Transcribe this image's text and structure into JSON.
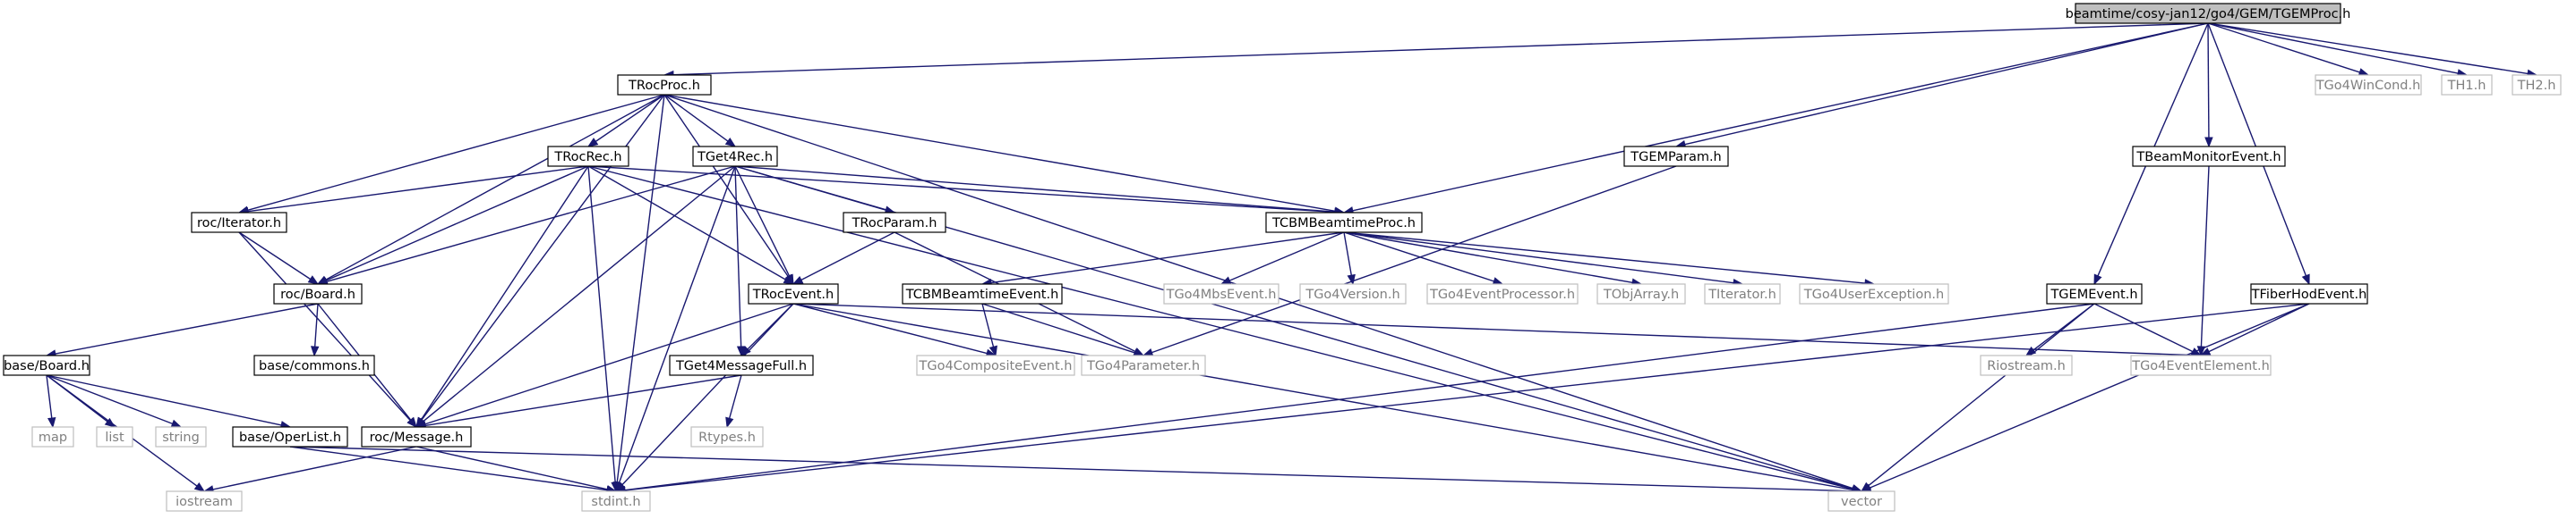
{
  "colors": {
    "edge": "#191970",
    "root_fill": "#bfbfbf",
    "system_border": "#bfbfbf",
    "system_text": "#808080",
    "node_border": "#000000"
  },
  "nodes": [
    {
      "id": "root",
      "label": "beamtime/cosy-jan12/go4/GEM/TGEMProc.h",
      "kind": "root"
    },
    {
      "id": "troc_proc",
      "label": "TRocProc.h",
      "kind": "header"
    },
    {
      "id": "tgo4wincond",
      "label": "TGo4WinCond.h",
      "kind": "system"
    },
    {
      "id": "th1",
      "label": "TH1.h",
      "kind": "system"
    },
    {
      "id": "th2",
      "label": "TH2.h",
      "kind": "system"
    },
    {
      "id": "troc_rec",
      "label": "TRocRec.h",
      "kind": "header"
    },
    {
      "id": "tget4_rec",
      "label": "TGet4Rec.h",
      "kind": "header"
    },
    {
      "id": "tgem_param",
      "label": "TGEMParam.h",
      "kind": "header"
    },
    {
      "id": "tbeam_mon",
      "label": "TBeamMonitorEvent.h",
      "kind": "header"
    },
    {
      "id": "roc_iterator",
      "label": "roc/Iterator.h",
      "kind": "header"
    },
    {
      "id": "troc_param",
      "label": "TRocParam.h",
      "kind": "header"
    },
    {
      "id": "tcbm_proc",
      "label": "TCBMBeamtimeProc.h",
      "kind": "header"
    },
    {
      "id": "roc_board",
      "label": "roc/Board.h",
      "kind": "header"
    },
    {
      "id": "troc_event",
      "label": "TRocEvent.h",
      "kind": "header"
    },
    {
      "id": "tcbm_event",
      "label": "TCBMBeamtimeEvent.h",
      "kind": "header"
    },
    {
      "id": "tgo4mbs",
      "label": "TGo4MbsEvent.h",
      "kind": "system"
    },
    {
      "id": "tgo4version",
      "label": "TGo4Version.h",
      "kind": "system"
    },
    {
      "id": "tgo4evproc",
      "label": "TGo4EventProcessor.h",
      "kind": "system"
    },
    {
      "id": "tobjarray",
      "label": "TObjArray.h",
      "kind": "system"
    },
    {
      "id": "titerator",
      "label": "TIterator.h",
      "kind": "system"
    },
    {
      "id": "tgo4userexc",
      "label": "TGo4UserException.h",
      "kind": "system"
    },
    {
      "id": "tgem_event",
      "label": "TGEMEvent.h",
      "kind": "header"
    },
    {
      "id": "tfiber",
      "label": "TFiberHodEvent.h",
      "kind": "header"
    },
    {
      "id": "base_board",
      "label": "base/Board.h",
      "kind": "header"
    },
    {
      "id": "base_commons",
      "label": "base/commons.h",
      "kind": "header"
    },
    {
      "id": "tget4_msgfull",
      "label": "TGet4MessageFull.h",
      "kind": "header"
    },
    {
      "id": "tgo4composite",
      "label": "TGo4CompositeEvent.h",
      "kind": "system"
    },
    {
      "id": "tgo4param",
      "label": "TGo4Parameter.h",
      "kind": "system"
    },
    {
      "id": "riostream",
      "label": "Riostream.h",
      "kind": "system"
    },
    {
      "id": "tgo4evelem",
      "label": "TGo4EventElement.h",
      "kind": "system"
    },
    {
      "id": "map",
      "label": "map",
      "kind": "system"
    },
    {
      "id": "list",
      "label": "list",
      "kind": "system"
    },
    {
      "id": "string",
      "label": "string",
      "kind": "system"
    },
    {
      "id": "base_operlist",
      "label": "base/OperList.h",
      "kind": "header"
    },
    {
      "id": "roc_message",
      "label": "roc/Message.h",
      "kind": "header"
    },
    {
      "id": "rtypes",
      "label": "Rtypes.h",
      "kind": "system"
    },
    {
      "id": "iostream",
      "label": "iostream",
      "kind": "system"
    },
    {
      "id": "stdint",
      "label": "stdint.h",
      "kind": "system"
    },
    {
      "id": "vector",
      "label": "vector",
      "kind": "system"
    }
  ],
  "edges": [
    [
      "root",
      "troc_proc"
    ],
    [
      "root",
      "tgo4wincond"
    ],
    [
      "root",
      "th1"
    ],
    [
      "root",
      "th2"
    ],
    [
      "root",
      "tgem_param"
    ],
    [
      "root",
      "tbeam_mon"
    ],
    [
      "root",
      "tgem_event"
    ],
    [
      "root",
      "tfiber"
    ],
    [
      "root",
      "tcbm_proc"
    ],
    [
      "troc_proc",
      "troc_rec"
    ],
    [
      "troc_proc",
      "tget4_rec"
    ],
    [
      "troc_proc",
      "roc_iterator"
    ],
    [
      "troc_proc",
      "roc_board"
    ],
    [
      "troc_proc",
      "troc_event"
    ],
    [
      "troc_proc",
      "tcbm_proc"
    ],
    [
      "troc_proc",
      "roc_message"
    ],
    [
      "troc_proc",
      "stdint"
    ],
    [
      "troc_proc",
      "vector"
    ],
    [
      "troc_rec",
      "roc_iterator"
    ],
    [
      "troc_rec",
      "roc_board"
    ],
    [
      "troc_rec",
      "troc_event"
    ],
    [
      "troc_rec",
      "tcbm_proc"
    ],
    [
      "troc_rec",
      "roc_message"
    ],
    [
      "troc_rec",
      "stdint"
    ],
    [
      "troc_rec",
      "vector"
    ],
    [
      "tget4_rec",
      "troc_param"
    ],
    [
      "tget4_rec",
      "tcbm_proc"
    ],
    [
      "tget4_rec",
      "roc_board"
    ],
    [
      "tget4_rec",
      "troc_event"
    ],
    [
      "tget4_rec",
      "tget4_msgfull"
    ],
    [
      "tget4_rec",
      "roc_message"
    ],
    [
      "tget4_rec",
      "stdint"
    ],
    [
      "tget4_rec",
      "vector"
    ],
    [
      "tgem_param",
      "tgo4param"
    ],
    [
      "tbeam_mon",
      "tgo4evelem"
    ],
    [
      "roc_iterator",
      "roc_board"
    ],
    [
      "roc_iterator",
      "roc_message"
    ],
    [
      "troc_param",
      "troc_event"
    ],
    [
      "troc_param",
      "tgo4param"
    ],
    [
      "tcbm_proc",
      "tcbm_event"
    ],
    [
      "tcbm_proc",
      "tgo4mbs"
    ],
    [
      "tcbm_proc",
      "tgo4version"
    ],
    [
      "tcbm_proc",
      "tgo4evproc"
    ],
    [
      "tcbm_proc",
      "tobjarray"
    ],
    [
      "tcbm_proc",
      "titerator"
    ],
    [
      "tcbm_proc",
      "tgo4userexc"
    ],
    [
      "roc_board",
      "base_board"
    ],
    [
      "roc_board",
      "base_commons"
    ],
    [
      "roc_board",
      "roc_message"
    ],
    [
      "troc_event",
      "tget4_msgfull"
    ],
    [
      "troc_event",
      "tgo4composite"
    ],
    [
      "troc_event",
      "tgo4evelem"
    ],
    [
      "troc_event",
      "roc_message"
    ],
    [
      "troc_event",
      "stdint"
    ],
    [
      "troc_event",
      "vector"
    ],
    [
      "tcbm_event",
      "tgo4composite"
    ],
    [
      "tcbm_event",
      "tgo4param"
    ],
    [
      "tgem_event",
      "riostream"
    ],
    [
      "tgem_event",
      "tgo4evelem"
    ],
    [
      "tgem_event",
      "stdint"
    ],
    [
      "tgem_event",
      "vector"
    ],
    [
      "tfiber",
      "tgo4evelem"
    ],
    [
      "tfiber",
      "stdint"
    ],
    [
      "tfiber",
      "vector"
    ],
    [
      "base_board",
      "map"
    ],
    [
      "base_board",
      "list"
    ],
    [
      "base_board",
      "string"
    ],
    [
      "base_board",
      "base_operlist"
    ],
    [
      "base_board",
      "iostream"
    ],
    [
      "tget4_msgfull",
      "rtypes"
    ],
    [
      "tget4_msgfull",
      "roc_message"
    ],
    [
      "base_operlist",
      "stdint"
    ],
    [
      "base_operlist",
      "vector"
    ],
    [
      "roc_message",
      "iostream"
    ],
    [
      "roc_message",
      "stdint"
    ]
  ]
}
